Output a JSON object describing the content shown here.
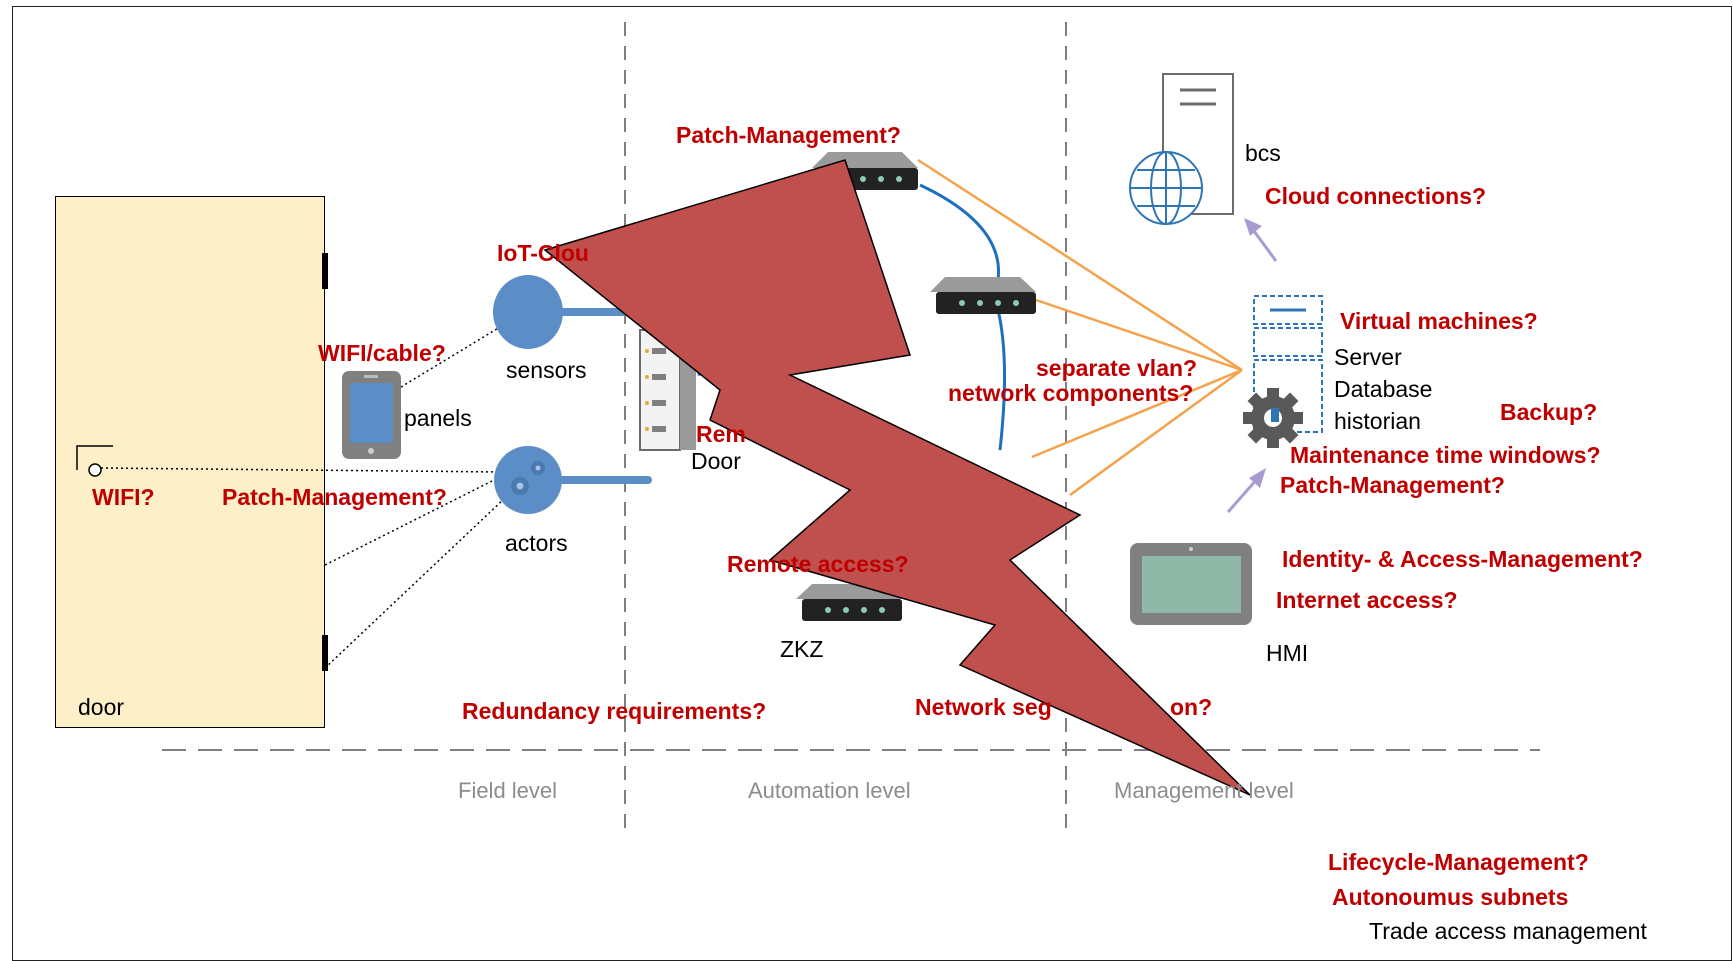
{
  "levels": {
    "field": "Field level",
    "automation": "Automation level",
    "management": "Management level"
  },
  "labels": {
    "door": "door",
    "sensors": "sensors",
    "panels": "panels",
    "actors": "actors",
    "door_controller": "Door",
    "zkz": "ZKZ",
    "bcs": "bcs",
    "server": "Server",
    "database": "Database",
    "historian": "historian",
    "hmi": "HMI",
    "trade_access": "Trade access management"
  },
  "questions": {
    "patch_top": "Patch-Management?",
    "iot_cloud": "IoT-Clou",
    "wifi_cable": "WIFI/cable?",
    "wifi": "WIFI?",
    "patch_actors": "Patch-Management?",
    "remote_partial": "Rem",
    "remote_access": "Remote access?",
    "redundancy": "Redundancy requirements?",
    "network_seg_left": "Network seg",
    "network_seg_right": "on?",
    "separate_vlan": "separate vlan?",
    "network_components": "network components?",
    "cloud_connections": "Cloud connections?",
    "virtual_machines": "Virtual machines?",
    "backup": "Backup?",
    "maintenance": "Maintenance time windows?",
    "patch_server": "Patch-Management?",
    "identity": "Identity- & Access-Management?",
    "internet": "Internet access?",
    "lifecycle": "Lifecycle-Management?",
    "autonomous": "Autonoumus subnets"
  },
  "icons": {
    "globe": "globe-icon",
    "server_tower": "server-tower-icon",
    "gear": "gear-icon",
    "tablet": "tablet-icon",
    "monitor": "monitor-icon",
    "switch": "network-switch-icon",
    "lightning": "lightning-bolt-icon"
  },
  "colors": {
    "question": "#c00000",
    "door_fill": "#fdf0c8",
    "device_blue": "#5b8ec6",
    "link_blue": "#1f6fbf",
    "link_orange": "#f4a24b",
    "lightning": "#c0504d",
    "hmi_screen": "#8fb8a8",
    "level_text": "#8c8c8c",
    "arrow": "#a99bd1"
  }
}
